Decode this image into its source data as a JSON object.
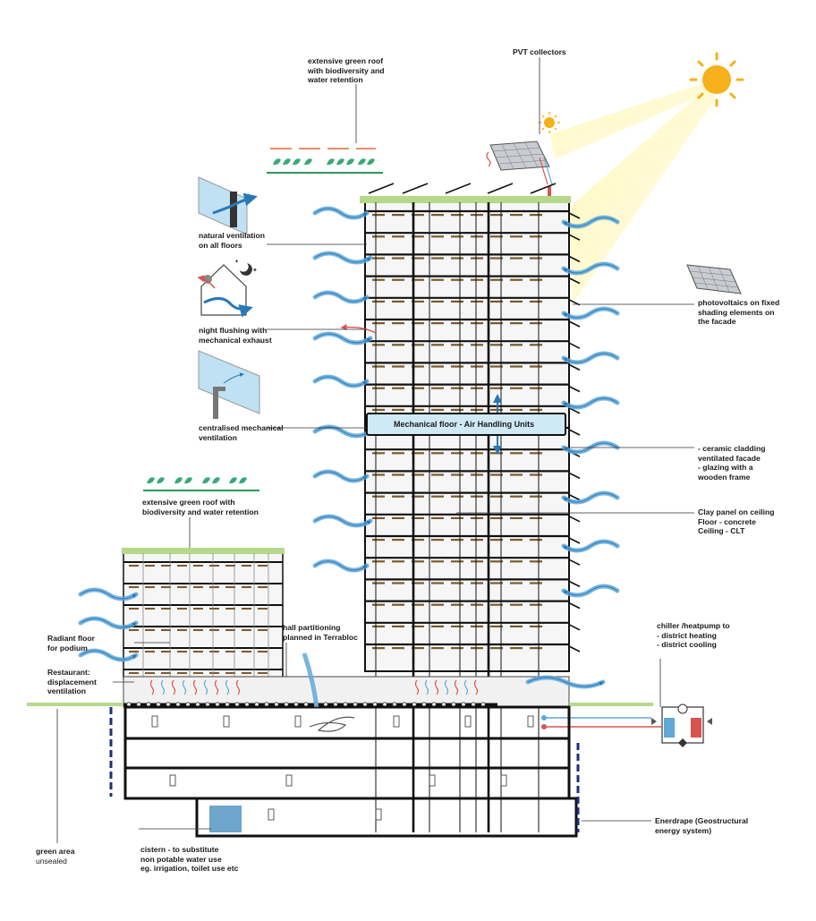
{
  "labels": {
    "green_roof_top": "extensive green roof\nwith biodiversity and\nwater retention",
    "pvt": "PVT collectors",
    "natural_ventilation": "natural ventilation\non all floors",
    "night_flushing": "night flushing with\nmechanical exhaust",
    "centralised_ventilation": "centralised mechanical\nventilation",
    "green_roof_podium": "extensive green roof with\nbiodiversity and water retention",
    "radiant_floor": "Radiant floor\nfor podium",
    "restaurant": "Restaurant:\ndisplacement\nventilation",
    "green_area_title": "green area",
    "green_area_sub": "unsealed",
    "cistern": "cistern - to substitute\nnon potable water use\neg. irrigation, toilet use etc",
    "hall_partitioning": "hall partitioning\nplanned in Terrabloc",
    "mechanical_floor": "Mechanical floor - Air Handling Units",
    "photovoltaics": "photovoltaics on fixed\nshading elements on\nthe facade",
    "cladding": "- ceramic cladding\nventilated facade\n- glazing with a\nwooden frame",
    "clay_panel": "Clay panel on ceiling\nFloor - concrete\nCeiling - CLT",
    "chiller": "chiller /heatpump to\n- district heating\n- district cooling",
    "enerdrape": "Enerdrape (Geostructural\nenergy system)"
  },
  "colors": {
    "green_roof": "#b5d88a",
    "green_line": "#2a9a5c",
    "leaf": "#3aa878",
    "air": "#5fa8d8",
    "air_dark": "#2a78b8",
    "sun": "#f5b01a",
    "mech_floor": "#cfe9f5",
    "cistern": "#6ea5cc",
    "hot": "#d9534f",
    "enerdrape": "#1e2f7a"
  },
  "icons": [
    "sun-icon",
    "small-sun-icon",
    "pvt-panel-icon",
    "pv-panel-icon",
    "window-ventilation-icon",
    "night-house-icon",
    "mechanical-vent-icon",
    "heatpump-icon",
    "thermometer-icon",
    "leaf-icon"
  ]
}
